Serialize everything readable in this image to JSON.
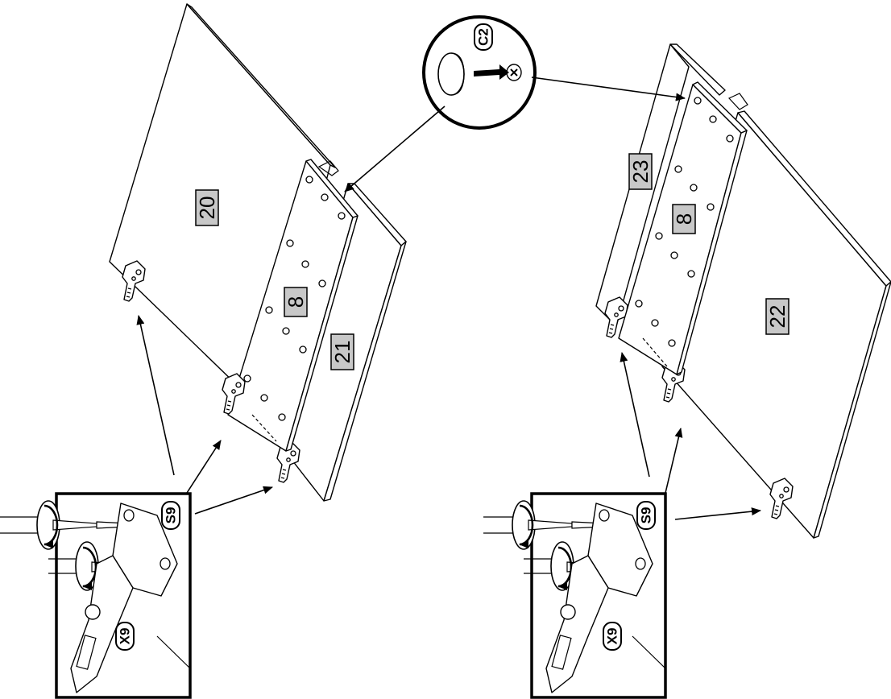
{
  "left_assembly": {
    "labels": {
      "back_panel": "20",
      "door": "8",
      "side_panel": "21"
    }
  },
  "right_assembly": {
    "labels": {
      "back_panel": "23",
      "door": "8",
      "side_panel": "22"
    }
  },
  "callout": {
    "cap_part": "C2"
  },
  "left_detail": {
    "screw_part": "S9",
    "hinge_part": "X9"
  },
  "right_detail": {
    "screw_part": "S9",
    "hinge_part": "X9"
  }
}
